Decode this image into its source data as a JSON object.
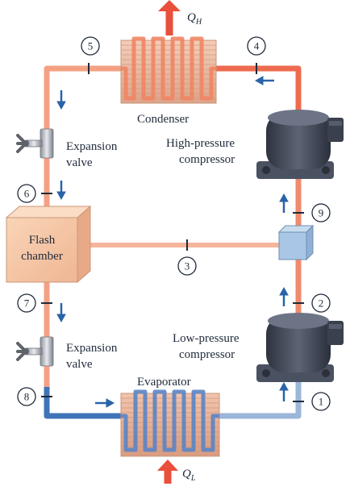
{
  "colors": {
    "hot_pipe": "#f07a5a",
    "warm_pipe": "#f4a183",
    "cold_pipe": "#3f74b8",
    "cool_pipe": "#9bb6d8",
    "arrow": "#2a63a8",
    "heat_arrow": "#e94f3a",
    "coil_hot": "#f29c7a",
    "coil_cold": "#7f9fd0",
    "fins": "#e7b79f",
    "flash_chamber": "#f6c9a8",
    "compressor": "#3b4150"
  },
  "labels": {
    "qh": "Q",
    "qh_sub": "H",
    "ql": "Q",
    "ql_sub": "L",
    "condenser": "Condenser",
    "evaporator": "Evaporator",
    "expansion_valve_top_1": "Expansion",
    "expansion_valve_top_2": "valve",
    "expansion_valve_bottom_1": "Expansion",
    "expansion_valve_bottom_2": "valve",
    "flash_chamber_1": "Flash",
    "flash_chamber_2": "chamber",
    "hp_compressor_1": "High-pressure",
    "hp_compressor_2": "compressor",
    "lp_compressor_1": "Low-pressure",
    "lp_compressor_2": "compressor"
  },
  "state_points": [
    "1",
    "2",
    "3",
    "4",
    "5",
    "6",
    "7",
    "8",
    "9"
  ],
  "icons": {
    "valve": "valve-icon",
    "compressor": "compressor-icon",
    "mixing_chamber": "mixing-chamber-icon",
    "flow_arrow": "arrow-icon",
    "heat_arrow": "heat-arrow-icon"
  }
}
